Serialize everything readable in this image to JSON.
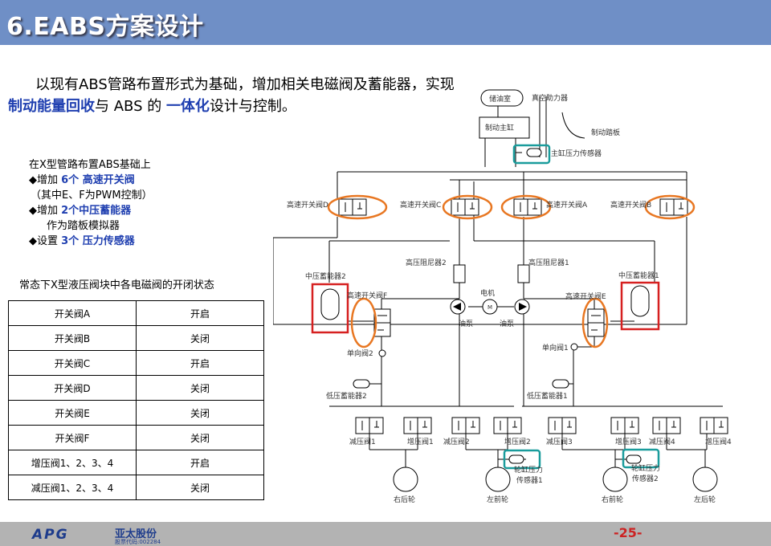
{
  "slide": {
    "title": "6.EABS方案设计",
    "intro": {
      "p1": "以现有ABS管路布置形式为基础，增加相关电磁阀及蓄能器，实现",
      "h1": "制动能量回收",
      "p2": "与 ABS 的 ",
      "h2": "一体化",
      "p3": "设计与控制。"
    },
    "bullets": {
      "intro": "在X型管路布置ABS基础上",
      "b1_pre": "◆增加 ",
      "b1_hl": "6个 高速开关阀",
      "b1_note": "（其中E、F为PWM控制）",
      "b2_pre": "◆增加 ",
      "b2_hl": "2个中压蓄能器",
      "b2_note": "作为踏板模拟器",
      "b3_pre": "◆设置 ",
      "b3_hl": "3个 压力传感器"
    },
    "table": {
      "caption": "常态下X型液压阀块中各电磁阀的开闭状态",
      "rows": [
        {
          "valve": "开关阀A",
          "state": "开启"
        },
        {
          "valve": "开关阀B",
          "state": "关闭"
        },
        {
          "valve": "开关阀C",
          "state": "开启"
        },
        {
          "valve": "开关阀D",
          "state": "关闭"
        },
        {
          "valve": "开关阀E",
          "state": "关闭"
        },
        {
          "valve": "开关阀F",
          "state": "关闭"
        },
        {
          "valve": "增压阀1、2、3、4",
          "state": "开启"
        },
        {
          "valve": "减压阀1、2、3、4",
          "state": "关闭"
        }
      ]
    },
    "diagram": {
      "reservoir": "储油室",
      "vacuum_booster": "真空助力器",
      "master_cylinder": "制动主缸",
      "brake_pedal": "制动踏板",
      "master_sensor": "主缸压力传感器",
      "valve_D": "高速开关阀D",
      "valve_C": "高速开关阀C",
      "valve_A": "高速开关阀A",
      "valve_B": "高速开关阀B",
      "damper_2": "高压阻尼器2",
      "damper_1": "高压阻尼器1",
      "accumulator_2": "中压蓄能器2",
      "accumulator_1": "中压蓄能器1",
      "valve_F": "高速开关阀F",
      "valve_E": "高速开关阀E",
      "motor": "电机",
      "motor_symbol": "M",
      "pump_left": "油泵",
      "pump_right": "油泵",
      "check_2": "单向阀2",
      "check_1": "单向阀1",
      "low_acc_2": "低压蓄能器2",
      "low_acc_1": "低压蓄能器1",
      "dec_1": "减压阀1",
      "inc_1": "增压阀1",
      "dec_2": "减压阀2",
      "inc_2": "增压阀2",
      "dec_3": "减压阀3",
      "inc_3": "增压阀3",
      "dec_4": "减压阀4",
      "inc_4": "增压阀4",
      "wheel_sensor_1_a": "轮缸压力",
      "wheel_sensor_1_b": "传感器1",
      "wheel_sensor_2_a": "轮缸压力",
      "wheel_sensor_2_b": "传感器2",
      "wheel_rr": "右后轮",
      "wheel_fl": "左前轮",
      "wheel_fr": "右前轮",
      "wheel_rl": "左后轮"
    },
    "footer": {
      "logo": "APG",
      "company": "亚太股份",
      "stock_code": "股票代码:002284",
      "page": "-25-"
    },
    "colors": {
      "title_bar": "#6f8fc6",
      "highlight_text": "#1f3fb0",
      "orange_marker": "#e87722",
      "red_marker": "#d62020",
      "teal_marker": "#1a9c9c",
      "footer_bar": "#b3b3b3",
      "page_number": "#cc2222"
    }
  }
}
